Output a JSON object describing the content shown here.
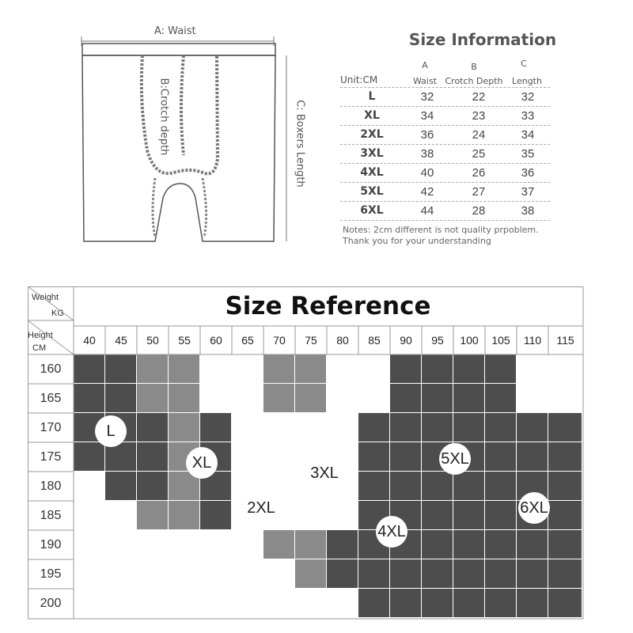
{
  "diagram": {
    "waist_label": "A: Waist",
    "crotch_label": "B:Crotch depth",
    "length_label": "C: Boxers Length"
  },
  "size_info": {
    "title": "Size Information",
    "col_letters": [
      "A",
      "B",
      "C"
    ],
    "unit_label": "Unit:CM",
    "col_names": [
      "Waist",
      "Crotch Depth",
      "Length"
    ],
    "rows": [
      {
        "size": "L",
        "waist": "32",
        "crotch": "22",
        "length": "32"
      },
      {
        "size": "XL",
        "waist": "34",
        "crotch": "23",
        "length": "33"
      },
      {
        "size": "2XL",
        "waist": "36",
        "crotch": "24",
        "length": "34"
      },
      {
        "size": "3XL",
        "waist": "38",
        "crotch": "25",
        "length": "35"
      },
      {
        "size": "4XL",
        "waist": "40",
        "crotch": "26",
        "length": "36"
      },
      {
        "size": "5XL",
        "waist": "42",
        "crotch": "27",
        "length": "37"
      },
      {
        "size": "6XL",
        "waist": "44",
        "crotch": "28",
        "length": "38"
      }
    ],
    "note1": "Notes: 2cm different is not quality prpoblem.",
    "note2": "Thank you for your understanding"
  },
  "reference": {
    "title": "Size Reference",
    "weight_label": "Weight",
    "kg_label": "KG",
    "height_label": "Height",
    "cm_label": "CM",
    "weights": [
      "40",
      "45",
      "50",
      "55",
      "60",
      "65",
      "70",
      "75",
      "80",
      "85",
      "90",
      "95",
      "100",
      "105",
      "110",
      "115"
    ],
    "heights": [
      "160",
      "165",
      "170",
      "175",
      "180",
      "185",
      "190",
      "195",
      "200"
    ],
    "grid": [
      "LLXXooXXooGGGGoo",
      "LLXXooXXooGGGGoo",
      "LLLXXooooGGGGGGG",
      "LLLXXooooGGGGGGG",
      "oLLXXooooGGGGGGG",
      "ooXXXooooGGGGGGG",
      "ooooooXXXGGGGGGG",
      "oooooooXXGGGGGGG",
      "oooooooooGGGGGGG"
    ],
    "grid_fill_colors": {
      "dark": "#4d4d4d",
      "medium": "#8a8a8a",
      "white": "#ffffff"
    },
    "bubbles": [
      "L",
      "XL",
      "2XL",
      "3XL",
      "4XL",
      "5XL",
      "6XL"
    ]
  }
}
